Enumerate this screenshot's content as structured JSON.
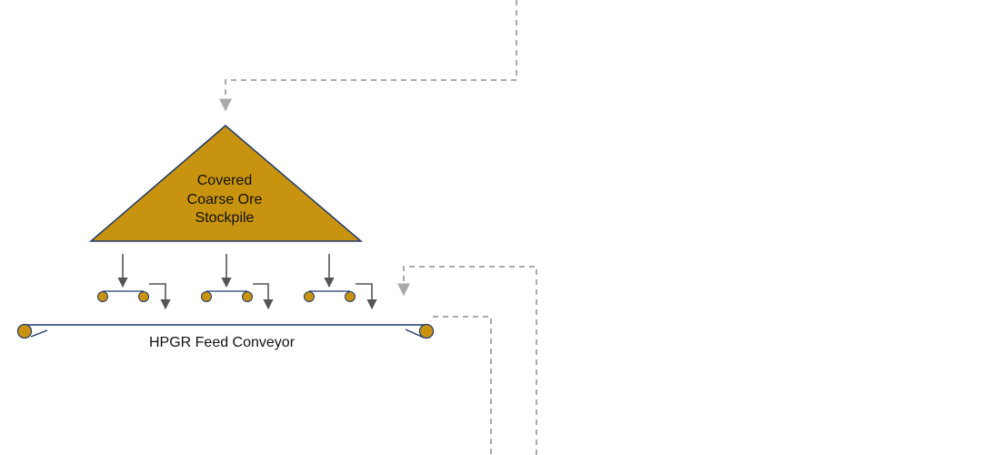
{
  "diagram": {
    "stockpile": {
      "line1": "Covered",
      "line2": "Coarse Ore",
      "line3": "Stockpile"
    },
    "conveyor": {
      "label": "HPGR Feed Conveyor"
    }
  },
  "colors": {
    "stockpile_fill": "#C8930F",
    "stockpile_outline": "#1F3A6B",
    "belt": "#1F3A6B",
    "pulley_fill": "#C8930F",
    "arrow": "#555555",
    "dashed_flow": "#AAAAAA"
  }
}
